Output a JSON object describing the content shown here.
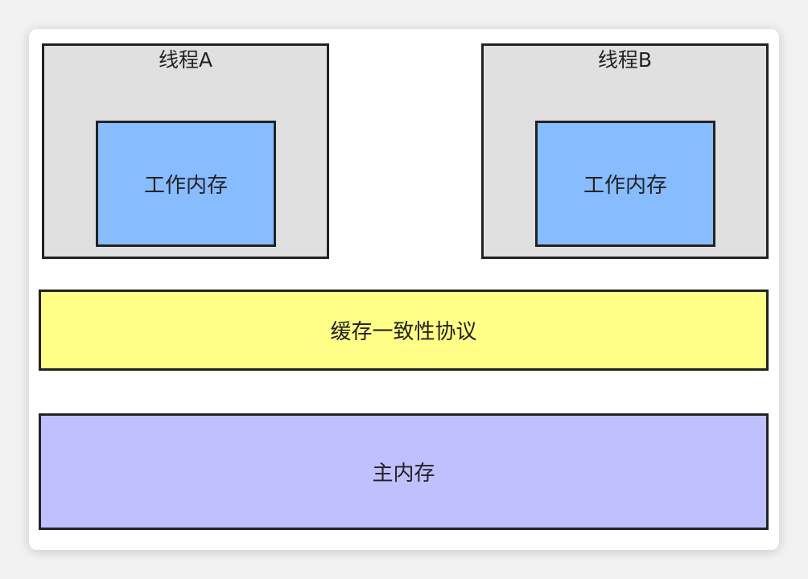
{
  "diagram": {
    "thread_a": {
      "title": "线程A",
      "work_memory": "工作内存"
    },
    "thread_b": {
      "title": "线程B",
      "work_memory": "工作内存"
    },
    "cache_protocol": "缓存一致性协议",
    "main_memory": "主内存"
  },
  "colors": {
    "thread_fill": "#e0e0e0",
    "work_memory_fill": "#87bcff",
    "cache_fill": "#ffff88",
    "main_memory_fill": "#c0c0ff",
    "border": "#222222"
  }
}
